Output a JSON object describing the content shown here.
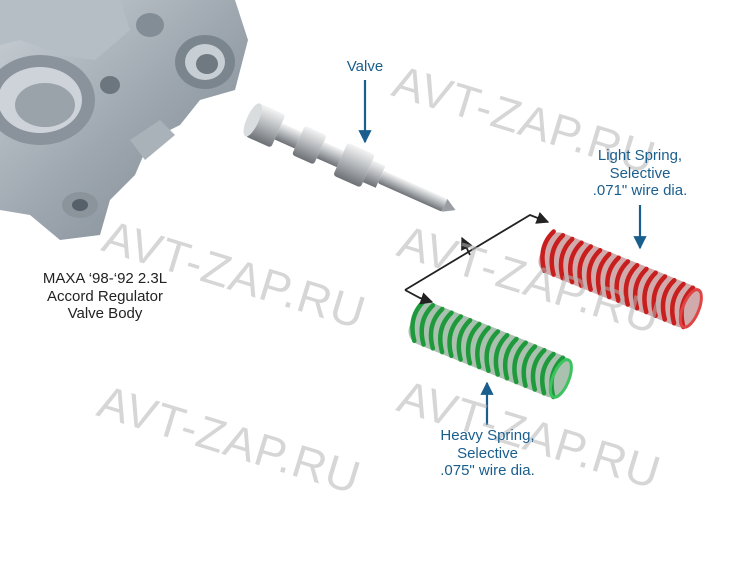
{
  "labels": {
    "valve": "Valve",
    "valve_body": [
      "MAXA ‘98-‘92 2.3L",
      "Accord Regulator",
      "Valve Body"
    ],
    "light_spring": [
      "Light Spring,",
      "Selective",
      ".071\" wire dia."
    ],
    "heavy_spring": [
      "Heavy Spring,",
      "Selective",
      ".075\" wire dia."
    ]
  },
  "watermark": "AVT-ZAP.RU",
  "colors": {
    "label_blue": "#1a5e8e",
    "light_spring": "#c81e1e",
    "heavy_spring": "#1e9a3c",
    "casting": "#9fa8b0"
  }
}
